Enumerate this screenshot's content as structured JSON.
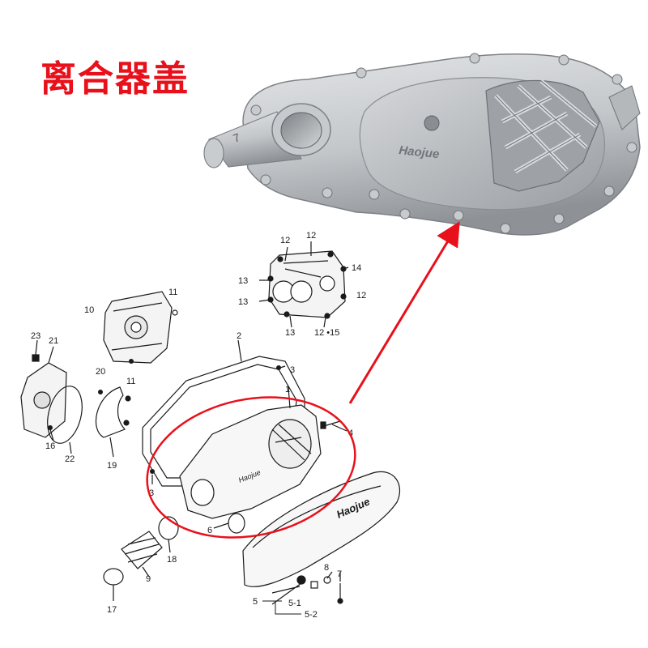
{
  "title": "离合器盖",
  "brand": "Haojue",
  "photo_mark": "7",
  "colors": {
    "title": "#e8101a",
    "highlight": "#e8101a",
    "line": "#1a1a1a",
    "metal_light": "#d9dbdd",
    "metal_mid": "#aeb1b4",
    "metal_dark": "#6f7377"
  },
  "callouts": [
    {
      "id": "c12a",
      "text": "12"
    },
    {
      "id": "c12b",
      "text": "12"
    },
    {
      "id": "c14",
      "text": "14"
    },
    {
      "id": "c13a",
      "text": "13"
    },
    {
      "id": "c12c",
      "text": "12"
    },
    {
      "id": "c13b",
      "text": "13"
    },
    {
      "id": "c13c",
      "text": "13"
    },
    {
      "id": "c1215",
      "text": "12 •15"
    },
    {
      "id": "c11a",
      "text": "11"
    },
    {
      "id": "c10",
      "text": "10"
    },
    {
      "id": "c23",
      "text": "23"
    },
    {
      "id": "c21",
      "text": "21"
    },
    {
      "id": "c2",
      "text": "2"
    },
    {
      "id": "c20",
      "text": "20"
    },
    {
      "id": "c11b",
      "text": "11"
    },
    {
      "id": "c3a",
      "text": "3"
    },
    {
      "id": "c1",
      "text": "1"
    },
    {
      "id": "c4",
      "text": "4"
    },
    {
      "id": "c16",
      "text": "16"
    },
    {
      "id": "c22",
      "text": "22"
    },
    {
      "id": "c19",
      "text": "19"
    },
    {
      "id": "c3b",
      "text": "3"
    },
    {
      "id": "c6",
      "text": "6"
    },
    {
      "id": "c18",
      "text": "18"
    },
    {
      "id": "c9",
      "text": "9"
    },
    {
      "id": "c17",
      "text": "17"
    },
    {
      "id": "c8",
      "text": "8"
    },
    {
      "id": "c7",
      "text": "7"
    },
    {
      "id": "c5",
      "text": "5"
    },
    {
      "id": "c51",
      "text": "5-1"
    },
    {
      "id": "c52",
      "text": "5-2"
    }
  ]
}
